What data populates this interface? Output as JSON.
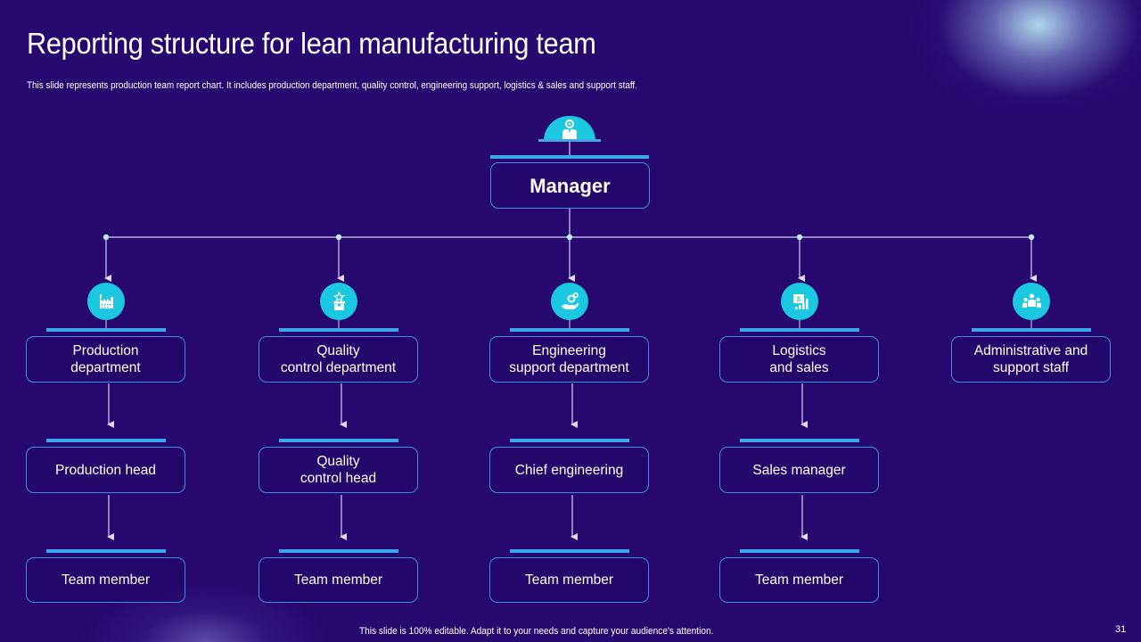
{
  "slide": {
    "title": "Reporting structure for lean manufacturing team",
    "subtitle": "This slide represents production team report chart. It includes production department, quality control, engineering support, logistics & sales and support staff.",
    "footer": "This slide is 100% editable. Adapt it to your needs and capture your audience's attention.",
    "page_number": "31"
  },
  "colors": {
    "background": "#26086f",
    "accent_cyan": "#1cc8e0",
    "box_border": "#3f8ee6",
    "bar": "#3aa8ea",
    "connector": "#d8d0f0"
  },
  "org": {
    "manager": {
      "label": "Manager",
      "icon": "manager-gear-icon"
    },
    "departments": [
      {
        "label": "Production\ndepartment",
        "icon": "factory-icon",
        "head": "Production head",
        "member": "Team member"
      },
      {
        "label": "Quality\ncontrol department",
        "icon": "quality-box-star-icon",
        "head": "Quality\ncontrol head",
        "member": "Team member"
      },
      {
        "label": "Engineering\nsupport department",
        "icon": "gears-hand-icon",
        "head": "Chief engineering",
        "member": "Team member"
      },
      {
        "label": "Logistics\nand sales",
        "icon": "sales-chart-icon",
        "head": "Sales manager",
        "member": "Team member"
      },
      {
        "label": "Administrative and\nsupport staff",
        "icon": "team-group-icon"
      }
    ]
  }
}
